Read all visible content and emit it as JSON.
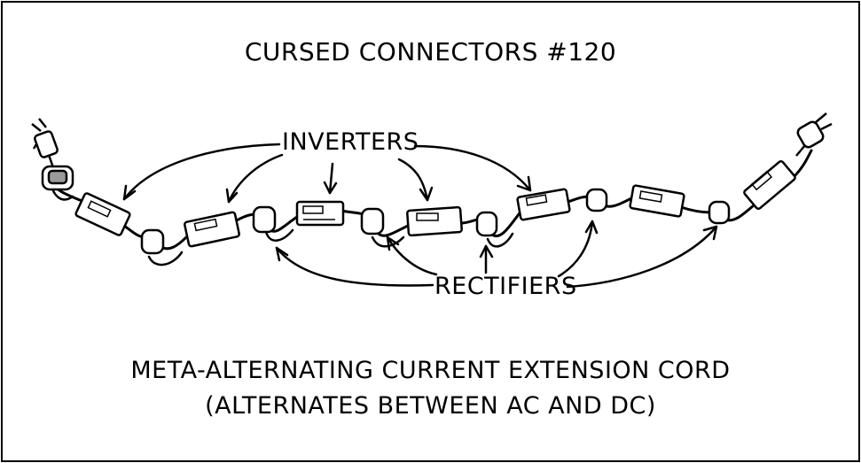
{
  "title": "CURSED CONNECTORS #120",
  "labels": {
    "inverters": "INVERTERS",
    "rectifiers": "RECTIFIERS"
  },
  "caption": {
    "line1": "META-ALTERNATING CURRENT EXTENSION CORD",
    "line2": "(ALTERNATES BETWEEN AC AND DC)"
  },
  "colors": {
    "ink": "#000000",
    "paper": "#ffffff",
    "shade": "#9a9a9a"
  }
}
